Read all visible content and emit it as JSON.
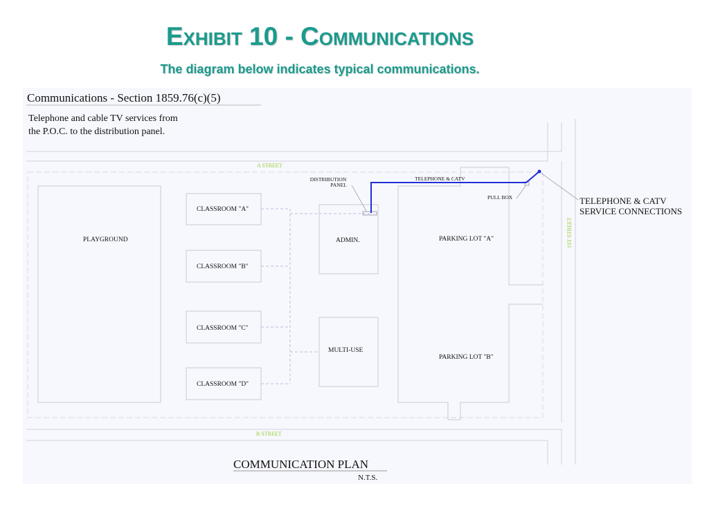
{
  "header": {
    "title": "Exhibit 10 - Communications",
    "subtitle": "The diagram below indicates typical communications."
  },
  "diagram": {
    "section_title": "Communications - Section 1859.76(c)(5)",
    "description_line1": "Telephone and cable TV services from",
    "description_line2": "the P.O.C. to the distribution panel.",
    "streets": {
      "a_street": "A STREET",
      "b_street": "B STREET",
      "first_street": "1ST STREET"
    },
    "areas": {
      "playground": "PLAYGROUND",
      "classroom_a": "CLASSROOM \"A\"",
      "classroom_b": "CLASSROOM \"B\"",
      "classroom_c": "CLASSROOM \"C\"",
      "classroom_d": "CLASSROOM \"D\"",
      "admin": "ADMIN.",
      "multi_use": "MULTI-USE",
      "parking_a": "PARKING LOT \"A\"",
      "parking_b": "PARKING LOT \"B\""
    },
    "labels": {
      "distribution_panel_line1": "DISTRIBUTION",
      "distribution_panel_line2": "PANEL",
      "telephone_catv": "TELEPHONE & CATV",
      "pull_box": "PULL BOX",
      "service_connections_line1": "TELEPHONE & CATV",
      "service_connections_line2": "SERVICE CONNECTIONS"
    },
    "plan_title": "COMMUNICATION PLAN",
    "scale_note": "N.T.S.",
    "colors": {
      "title": "#1a9b8d",
      "service_line": "#1f2fd6",
      "street_label": "#9acd32",
      "building_outline": "#c8c8d0",
      "background": "#f7f8fd"
    }
  }
}
